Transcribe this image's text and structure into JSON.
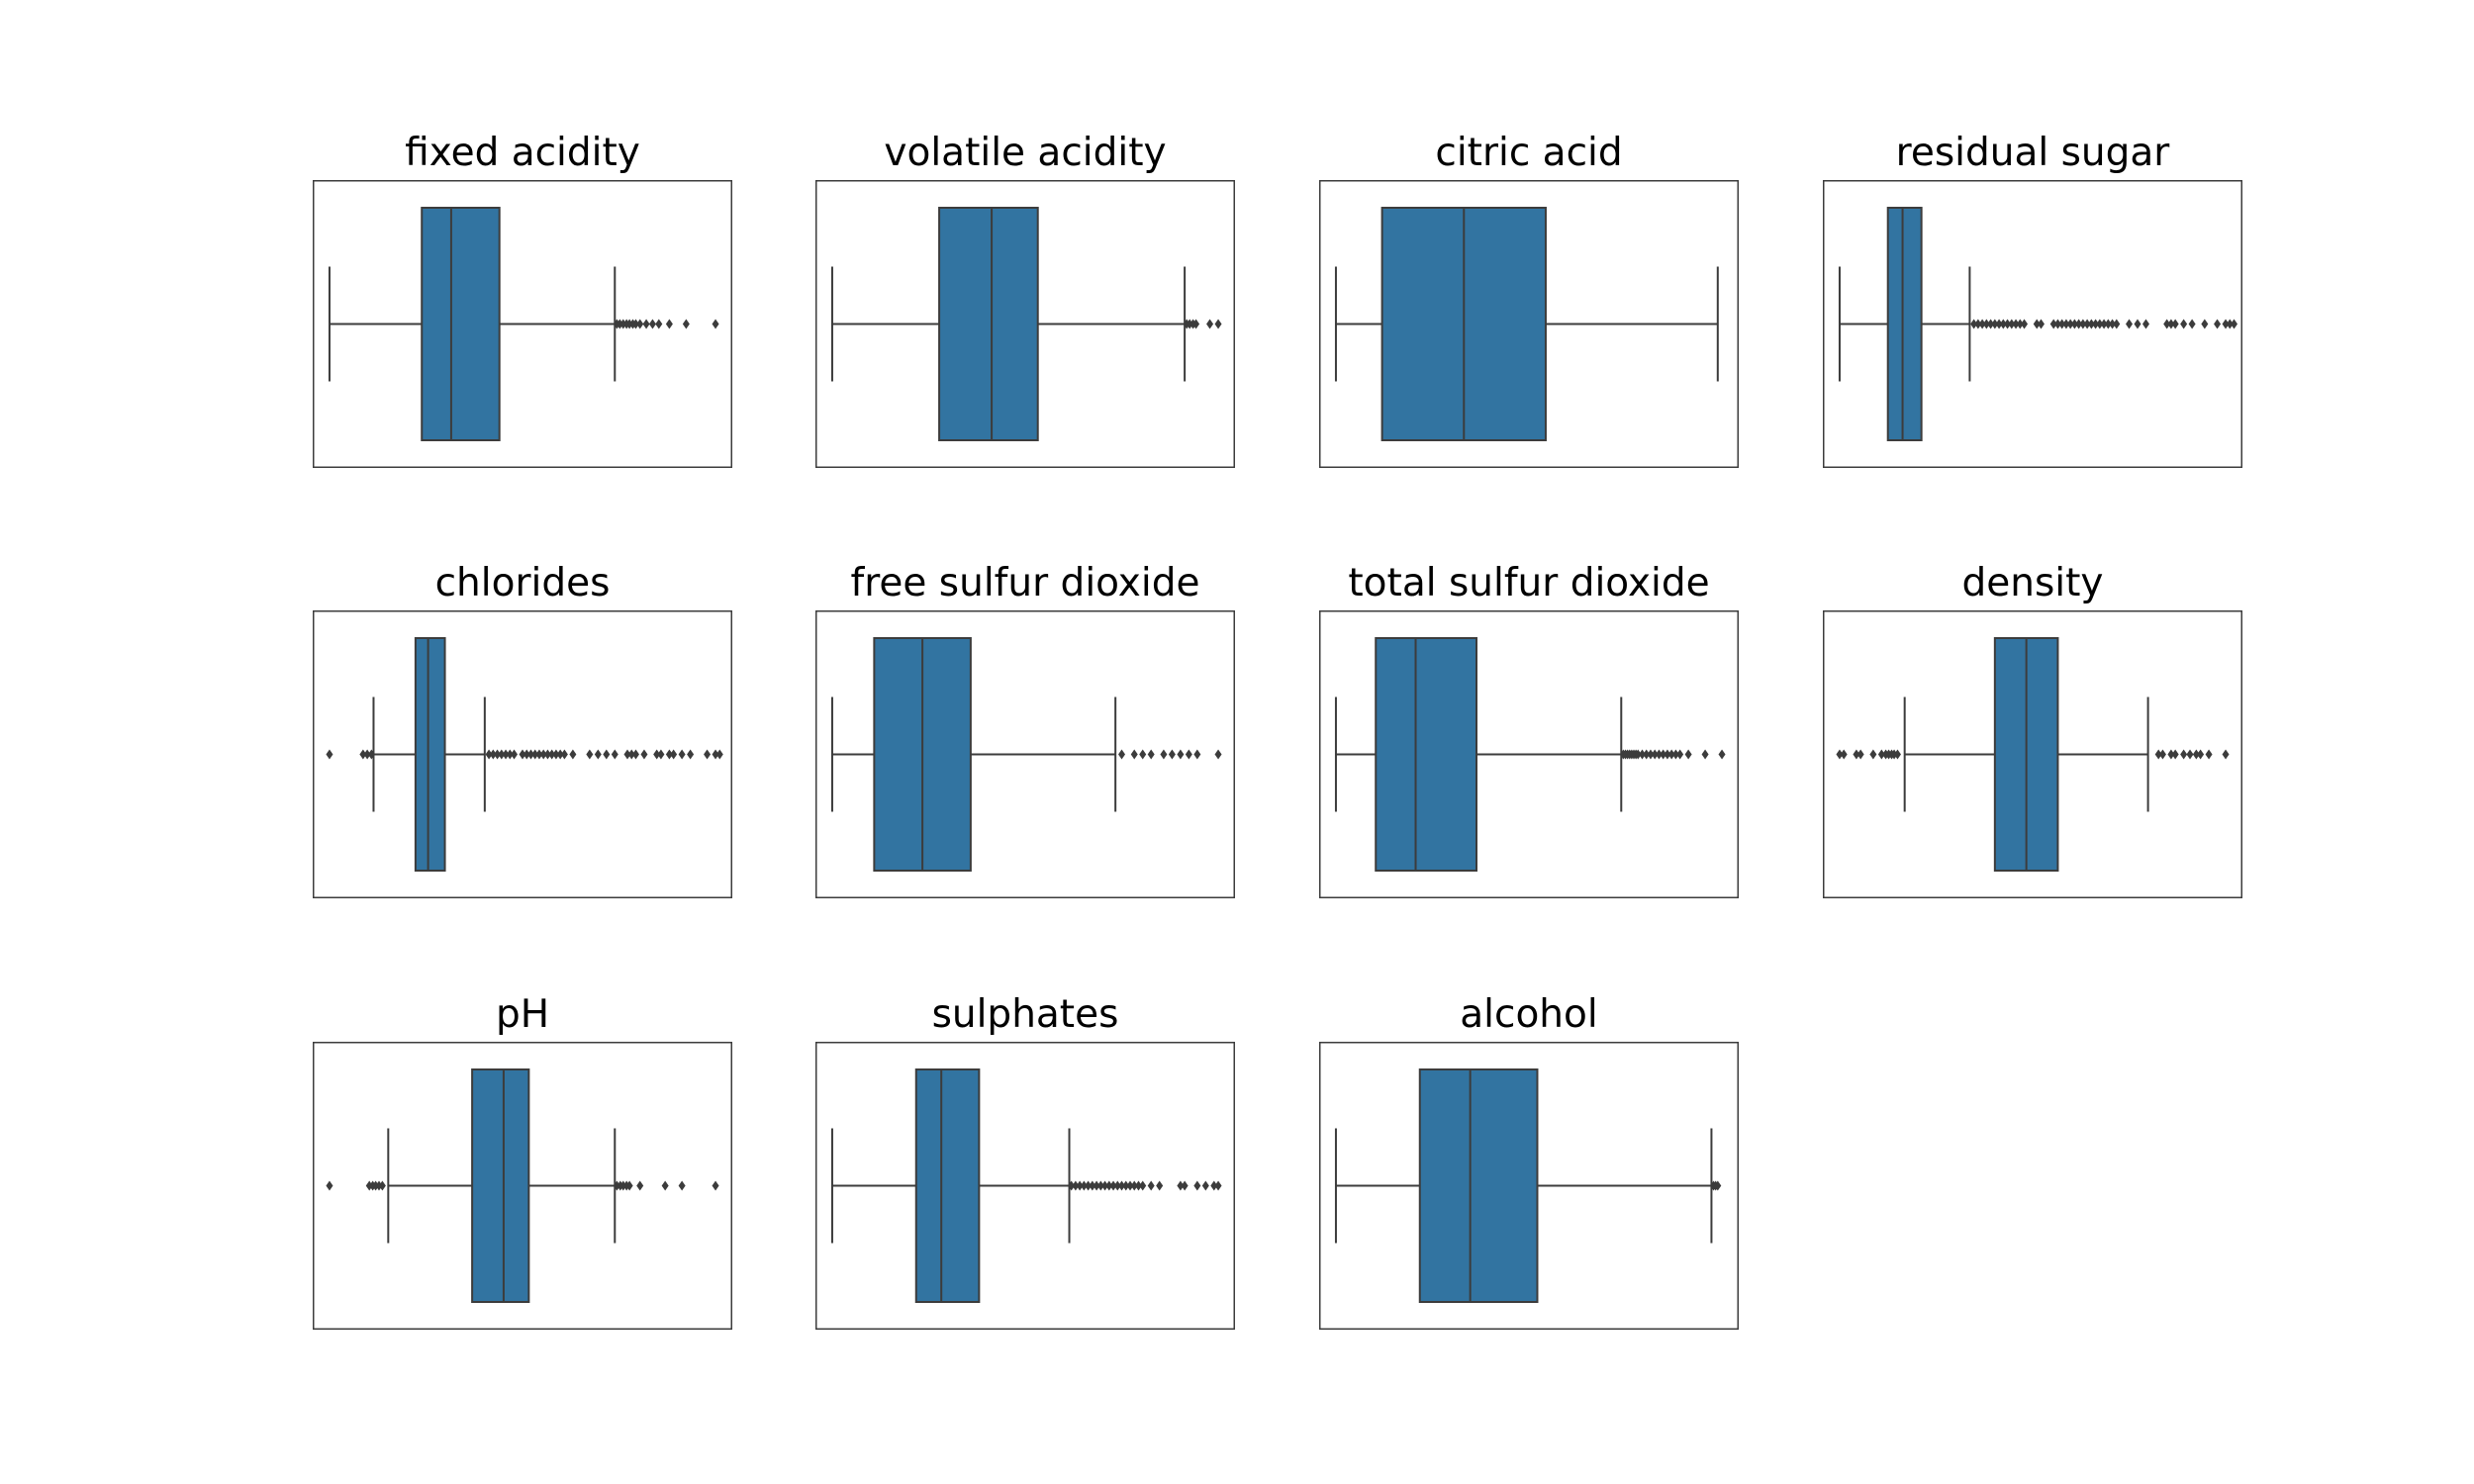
{
  "chart_data": [
    {
      "type": "boxplot",
      "title": "fixed acidity",
      "xlim": [
        0,
        100
      ],
      "whisker_low": 4,
      "q1": 26,
      "median": 33,
      "q3": 44.5,
      "whisker_high": 72,
      "outliers": [
        72.5,
        73.2,
        74,
        74.8,
        75.5,
        76.3,
        77,
        78,
        79.5,
        81,
        82.5,
        85,
        89,
        96
      ]
    },
    {
      "type": "boxplot",
      "title": "volatile acidity",
      "xlim": [
        0,
        100
      ],
      "whisker_low": 4,
      "q1": 29.5,
      "median": 42,
      "q3": 53,
      "whisker_high": 88,
      "outliers": [
        88.5,
        89.2,
        90,
        90.7,
        94,
        96
      ]
    },
    {
      "type": "boxplot",
      "title": "citric acid",
      "xlim": [
        0,
        100
      ],
      "whisker_low": 4,
      "q1": 15,
      "median": 34.5,
      "q3": 54,
      "whisker_high": 95,
      "outliers": []
    },
    {
      "type": "boxplot",
      "title": "residual sugar",
      "xlim": [
        0,
        100
      ],
      "whisker_low": 4,
      "q1": 15.5,
      "median": 19,
      "q3": 23.5,
      "whisker_high": 35,
      "outliers": [
        36,
        37,
        38,
        39,
        40,
        41,
        42,
        43,
        44,
        45,
        46,
        47,
        48,
        51,
        52,
        55,
        56,
        57,
        58,
        59,
        60,
        61,
        62,
        63,
        64,
        65,
        66,
        67,
        68,
        69,
        70,
        73,
        75,
        77,
        82,
        83,
        84,
        86,
        88,
        91,
        94,
        96,
        97,
        98
      ]
    },
    {
      "type": "boxplot",
      "title": "chlorides",
      "xlim": [
        0,
        100
      ],
      "whisker_low": 14.5,
      "q1": 24.5,
      "median": 27.5,
      "q3": 31.5,
      "whisker_high": 41,
      "outliers": [
        4,
        12,
        13,
        14,
        42,
        43,
        44,
        45,
        46,
        47,
        48,
        50,
        51,
        52,
        53,
        54,
        55,
        56,
        57,
        58,
        59,
        60,
        62,
        66,
        68,
        70,
        72,
        75,
        76,
        77,
        79,
        82,
        83,
        85,
        86,
        88,
        90,
        94,
        96,
        97
      ]
    },
    {
      "type": "boxplot",
      "title": "free sulfur dioxide",
      "xlim": [
        0,
        100
      ],
      "whisker_low": 4,
      "q1": 14,
      "median": 25.5,
      "q3": 37,
      "whisker_high": 71.5,
      "outliers": [
        73,
        76,
        78,
        80,
        83,
        85,
        87,
        89,
        91,
        96
      ]
    },
    {
      "type": "boxplot",
      "title": "total sulfur dioxide",
      "xlim": [
        0,
        100
      ],
      "whisker_low": 4,
      "q1": 13.5,
      "median": 23,
      "q3": 37.5,
      "whisker_high": 72,
      "outliers": [
        72.5,
        73,
        73.5,
        74,
        74.5,
        75,
        75.5,
        76,
        77,
        78,
        79,
        80,
        81,
        82,
        83,
        84,
        85,
        86,
        88,
        92,
        96
      ]
    },
    {
      "type": "boxplot",
      "title": "density",
      "xlim": [
        0,
        100
      ],
      "whisker_low": 19.5,
      "q1": 41,
      "median": 48.5,
      "q3": 56,
      "whisker_high": 77.5,
      "outliers": [
        4,
        5,
        8,
        9,
        12,
        14,
        15,
        15.7,
        16.4,
        17,
        17.8,
        80,
        81,
        83,
        84,
        86,
        87.5,
        89,
        90,
        92,
        96
      ]
    },
    {
      "type": "boxplot",
      "title": "pH",
      "xlim": [
        0,
        100
      ],
      "whisker_low": 18,
      "q1": 38,
      "median": 45.5,
      "q3": 51.5,
      "whisker_high": 72,
      "outliers": [
        4,
        13.5,
        14.3,
        15,
        15.8,
        16.6,
        72.5,
        73.3,
        74,
        74.8,
        75.5,
        78,
        84,
        88,
        96
      ]
    },
    {
      "type": "boxplot",
      "title": "sulphates",
      "xlim": [
        0,
        100
      ],
      "whisker_low": 4,
      "q1": 24,
      "median": 30,
      "q3": 39,
      "whisker_high": 60.5,
      "outliers": [
        61,
        62,
        63,
        64,
        65,
        66,
        67,
        68,
        69,
        70,
        71,
        72,
        73,
        74,
        75,
        76,
        77,
        78,
        80,
        82,
        87,
        88,
        91,
        93,
        95,
        96
      ]
    },
    {
      "type": "boxplot",
      "title": "alcohol",
      "xlim": [
        0,
        100
      ],
      "whisker_low": 4,
      "q1": 24,
      "median": 36,
      "q3": 52,
      "whisker_high": 93.5,
      "outliers": [
        94,
        94.5,
        95
      ]
    }
  ],
  "style": {
    "box_color": "#3274a1",
    "line_color": "#3c3c3c",
    "frame_color": "#3c3c3c"
  }
}
